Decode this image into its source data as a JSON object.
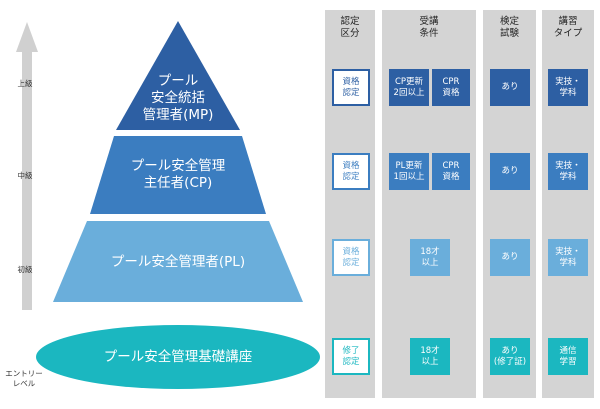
{
  "levels": {
    "advanced": "上級",
    "intermediate": "中級",
    "beginner": "初級",
    "entry": "エントリー\nレベル"
  },
  "pyramid": {
    "top": "プール\n安全統括\n管理者(MP)",
    "middle": "プール安全管理\n主任者(CP)",
    "bottom": "プール安全管理者(PL)",
    "base": "プール安全管理基礎講座"
  },
  "columns": {
    "certification": "認定\n区分",
    "requirements": "受講\n条件",
    "exam": "検定\n試験",
    "course_type": "講習\nタイプ"
  },
  "rows": [
    {
      "cert": "資格\n認定",
      "req_a": "CP更新\n2回以上",
      "req_b": "CPR\n資格",
      "exam": "あり",
      "type": "実技・\n学科"
    },
    {
      "cert": "資格\n認定",
      "req_a": "PL更新\n1回以上",
      "req_b": "CPR\n資格",
      "exam": "あり",
      "type": "実技・\n学科"
    },
    {
      "cert": "資格\n認定",
      "req": "18才\n以上",
      "exam": "あり",
      "type": "実技・\n学科"
    },
    {
      "cert": "修了\n認定",
      "req": "18才\n以上",
      "exam": "あり\n(修了証)",
      "type": "通信\n学習"
    }
  ],
  "colors": {
    "dark": "#2d5fa3",
    "mid": "#3b7dc0",
    "light": "#6aaedb",
    "teal": "#1bb7c0",
    "panel": "#d4d4d4"
  }
}
